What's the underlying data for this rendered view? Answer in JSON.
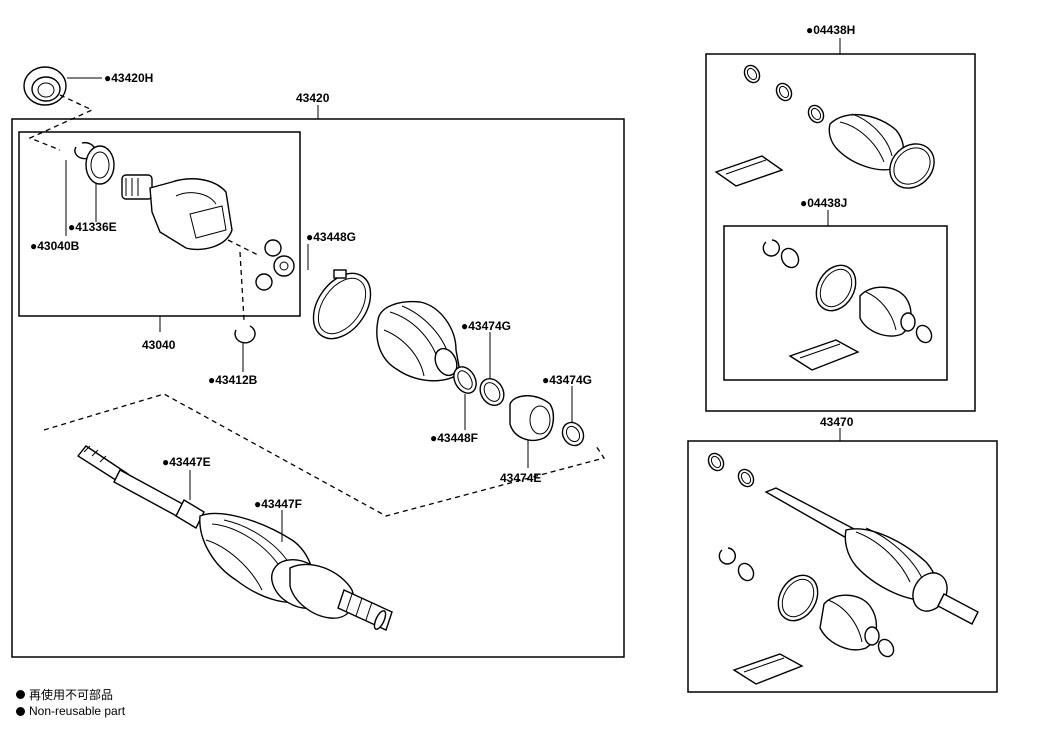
{
  "labels": {
    "p43420H": "●43420H",
    "p43420": "43420",
    "p41336E": "●41336E",
    "p43040B": "●43040B",
    "p43040": "43040",
    "p43448G": "●43448G",
    "p43474G_1": "●43474G",
    "p43412B": "●43412B",
    "p43474G_2": "●43474G",
    "p43448F": "●43448F",
    "p43474E": "43474E",
    "p43447E": "●43447E",
    "p43447F": "●43447F",
    "p04438H": "●04438H",
    "p04438J": "●04438J",
    "p43470": "43470"
  },
  "legend": {
    "jp": "再使用不可部品",
    "en": "Non-reusable part"
  }
}
